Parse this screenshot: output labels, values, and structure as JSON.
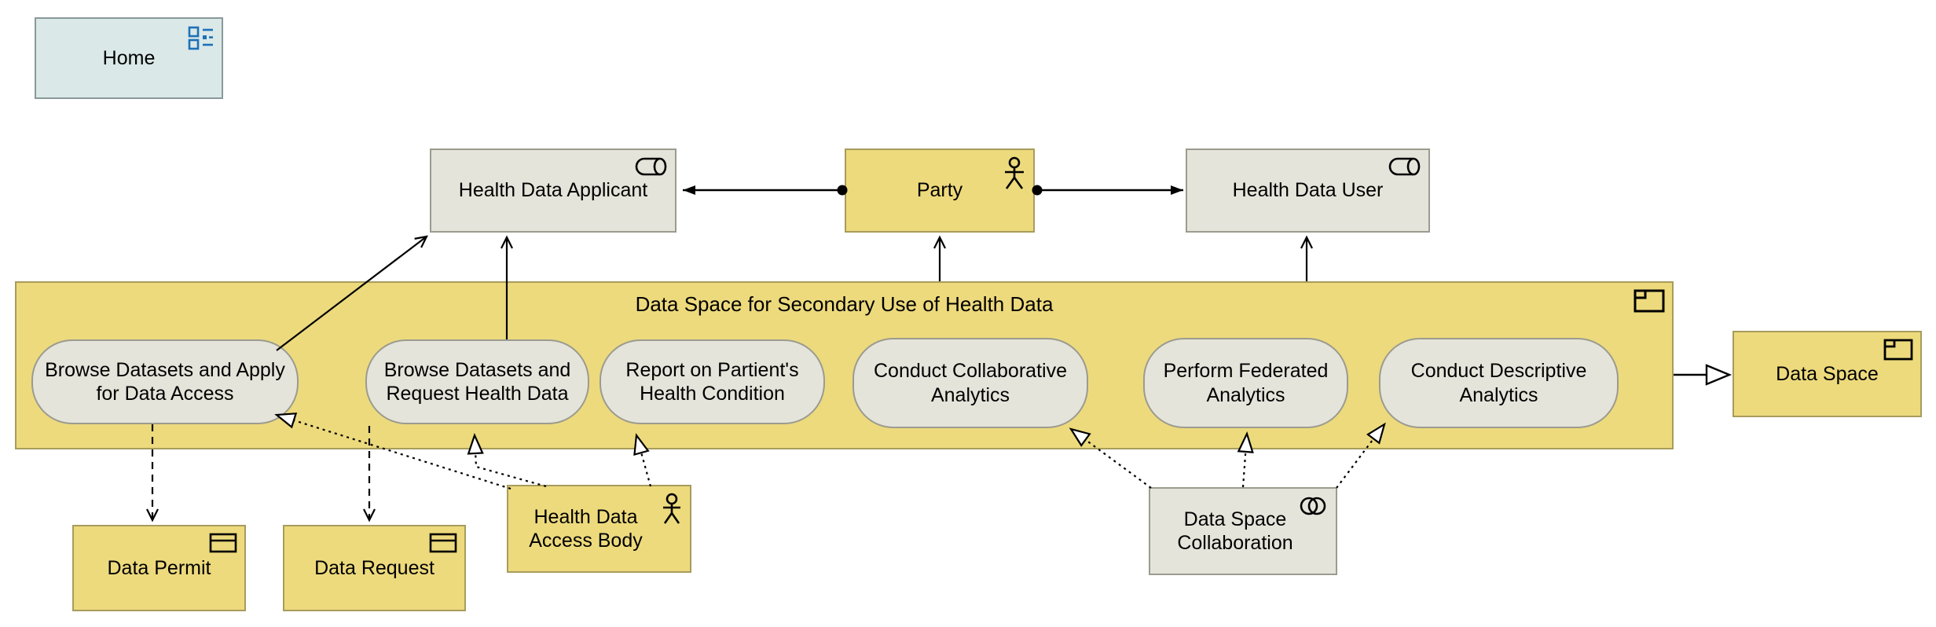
{
  "diagram": {
    "type": "archimate-view",
    "background": "#ffffff"
  },
  "colors": {
    "yellow_fill": "#EDDA7D",
    "yellow_border": "#A89C5C",
    "grey_fill": "#E5E4DA",
    "grey_border": "#9B9B8F",
    "home_fill": "#DAE8E8",
    "home_border": "#8A9899",
    "view_icon_blue": "#1D70B7",
    "line_color": "#000000"
  },
  "nodes": {
    "home": {
      "label": "Home",
      "icon": "view-icon"
    },
    "health_data_applicant": {
      "label": "Health Data Applicant",
      "icon": "role-icon"
    },
    "party": {
      "label": "Party",
      "icon": "actor-icon"
    },
    "health_data_user": {
      "label": "Health Data User",
      "icon": "role-icon"
    },
    "container": {
      "label": "Data Space for Secondary Use of Health Data",
      "icon": "product-icon"
    },
    "data_space": {
      "label": "Data Space",
      "icon": "product-icon"
    },
    "browse_apply": {
      "label": "Browse Datasets and Apply for Data Access"
    },
    "browse_request": {
      "label": "Browse Datasets and Request Health Data"
    },
    "report_condition": {
      "label": "Report on Partient's Health Condition"
    },
    "conduct_collaborative": {
      "label": "Conduct Collaborative Analytics"
    },
    "perform_federated": {
      "label": "Perform Federated Analytics"
    },
    "conduct_descriptive": {
      "label": "Conduct Descriptive Analytics"
    },
    "data_permit": {
      "label": "Data Permit",
      "icon": "business-object-icon"
    },
    "data_request": {
      "label": "Data Request",
      "icon": "business-object-icon"
    },
    "health_data_access_body": {
      "label": "Health Data Access Body",
      "icon": "actor-icon"
    },
    "data_space_collaboration": {
      "label": "Data Space Collaboration",
      "icon": "collaboration-icon"
    }
  },
  "relationships": [
    {
      "type": "assignment",
      "from": "Party",
      "to": "Health Data Applicant"
    },
    {
      "type": "assignment",
      "from": "Party",
      "to": "Health Data User"
    },
    {
      "type": "serving",
      "from": "Browse Datasets and Apply for Data Access",
      "to": "Health Data Applicant"
    },
    {
      "type": "serving",
      "from": "Browse Datasets and Request Health Data",
      "to": "Health Data Applicant"
    },
    {
      "type": "serving",
      "from": "Data Space for Secondary Use of Health Data",
      "to": "Party"
    },
    {
      "type": "serving",
      "from": "Data Space for Secondary Use of Health Data",
      "to": "Health Data User"
    },
    {
      "type": "specialization",
      "from": "Data Space for Secondary Use of Health Data",
      "to": "Data Space"
    },
    {
      "type": "access",
      "from": "Browse Datasets and Apply for Data Access",
      "to": "Data Permit"
    },
    {
      "type": "access",
      "from": "Browse Datasets and Request Health Data",
      "to": "Data Request"
    },
    {
      "type": "realization",
      "from": "Health Data Access Body",
      "to": "Browse Datasets and Apply for Data Access"
    },
    {
      "type": "realization",
      "from": "Health Data Access Body",
      "to": "Browse Datasets and Request Health Data"
    },
    {
      "type": "realization",
      "from": "Health Data Access Body",
      "to": "Report on Partient's Health Condition"
    },
    {
      "type": "realization",
      "from": "Data Space Collaboration",
      "to": "Conduct Collaborative Analytics"
    },
    {
      "type": "realization",
      "from": "Data Space Collaboration",
      "to": "Perform Federated Analytics"
    },
    {
      "type": "realization",
      "from": "Data Space Collaboration",
      "to": "Conduct Descriptive Analytics"
    }
  ]
}
